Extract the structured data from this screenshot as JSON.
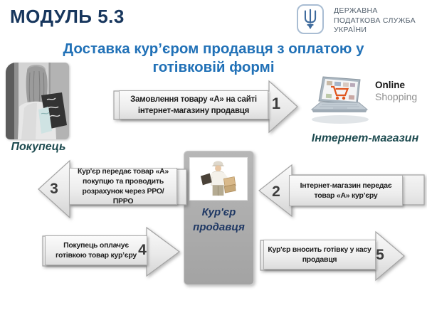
{
  "header": {
    "module_title": "МОДУЛЬ 5.3",
    "tax_service": {
      "line1": "ДЕРЖАВНА",
      "line2": "ПОДАТКОВА СЛУЖБА",
      "line3": "УКРАЇНИ",
      "icon": "tryzub-trident-icon"
    }
  },
  "title": {
    "line1": "Доставка кур’єром продавця з оплатою у",
    "line2": "готівковій формі"
  },
  "actors": {
    "buyer": {
      "label": "Покупець"
    },
    "shop": {
      "label": "Інтернет-магазин",
      "brand_line1": "Online",
      "brand_line2": "Shopping"
    },
    "courier": {
      "line1": "Кур'єр",
      "line2": "продавця"
    }
  },
  "steps": [
    {
      "number": "1",
      "direction": "right",
      "text": "Замовлення товару «А» на сайті інтернет-магазину продавця"
    },
    {
      "number": "2",
      "direction": "left",
      "text": "Інтернет-магазин передає товар «А» кур’єру"
    },
    {
      "number": "3",
      "direction": "left",
      "text": "Кур'єр передає товар «А» покупцю та проводить розрахунок через РРО/ПРРО"
    },
    {
      "number": "4",
      "direction": "right",
      "text": "Покупець оплачує готівкою товар кур’єру"
    },
    {
      "number": "5",
      "direction": "right",
      "text": "Кур'єр вносить готівку у касу продавця"
    }
  ],
  "colors": {
    "module_title": "#17365d",
    "slide_title": "#2171b7",
    "actor_label": "#1c4a4f",
    "courier_label": "#1f3864",
    "arrow_fill": "#e9e9e9",
    "arrow_border": "#a3a3a3",
    "logo_blue": "#3f6b9d"
  }
}
